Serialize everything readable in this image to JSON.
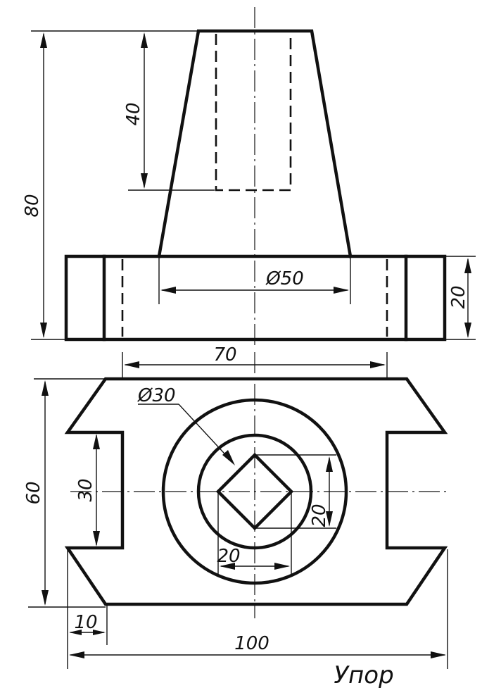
{
  "dimensions": {
    "overall_height": "80",
    "bore_depth": "40",
    "base_diameter": "Ø50",
    "base_height": "20",
    "slot_spacing": "70",
    "plan_depth": "60",
    "neck_width": "30",
    "bore_diameter": "Ø30",
    "square_height": "20",
    "square_width": "20",
    "flange_offset": "10",
    "overall_width": "100"
  },
  "title": "Упор"
}
